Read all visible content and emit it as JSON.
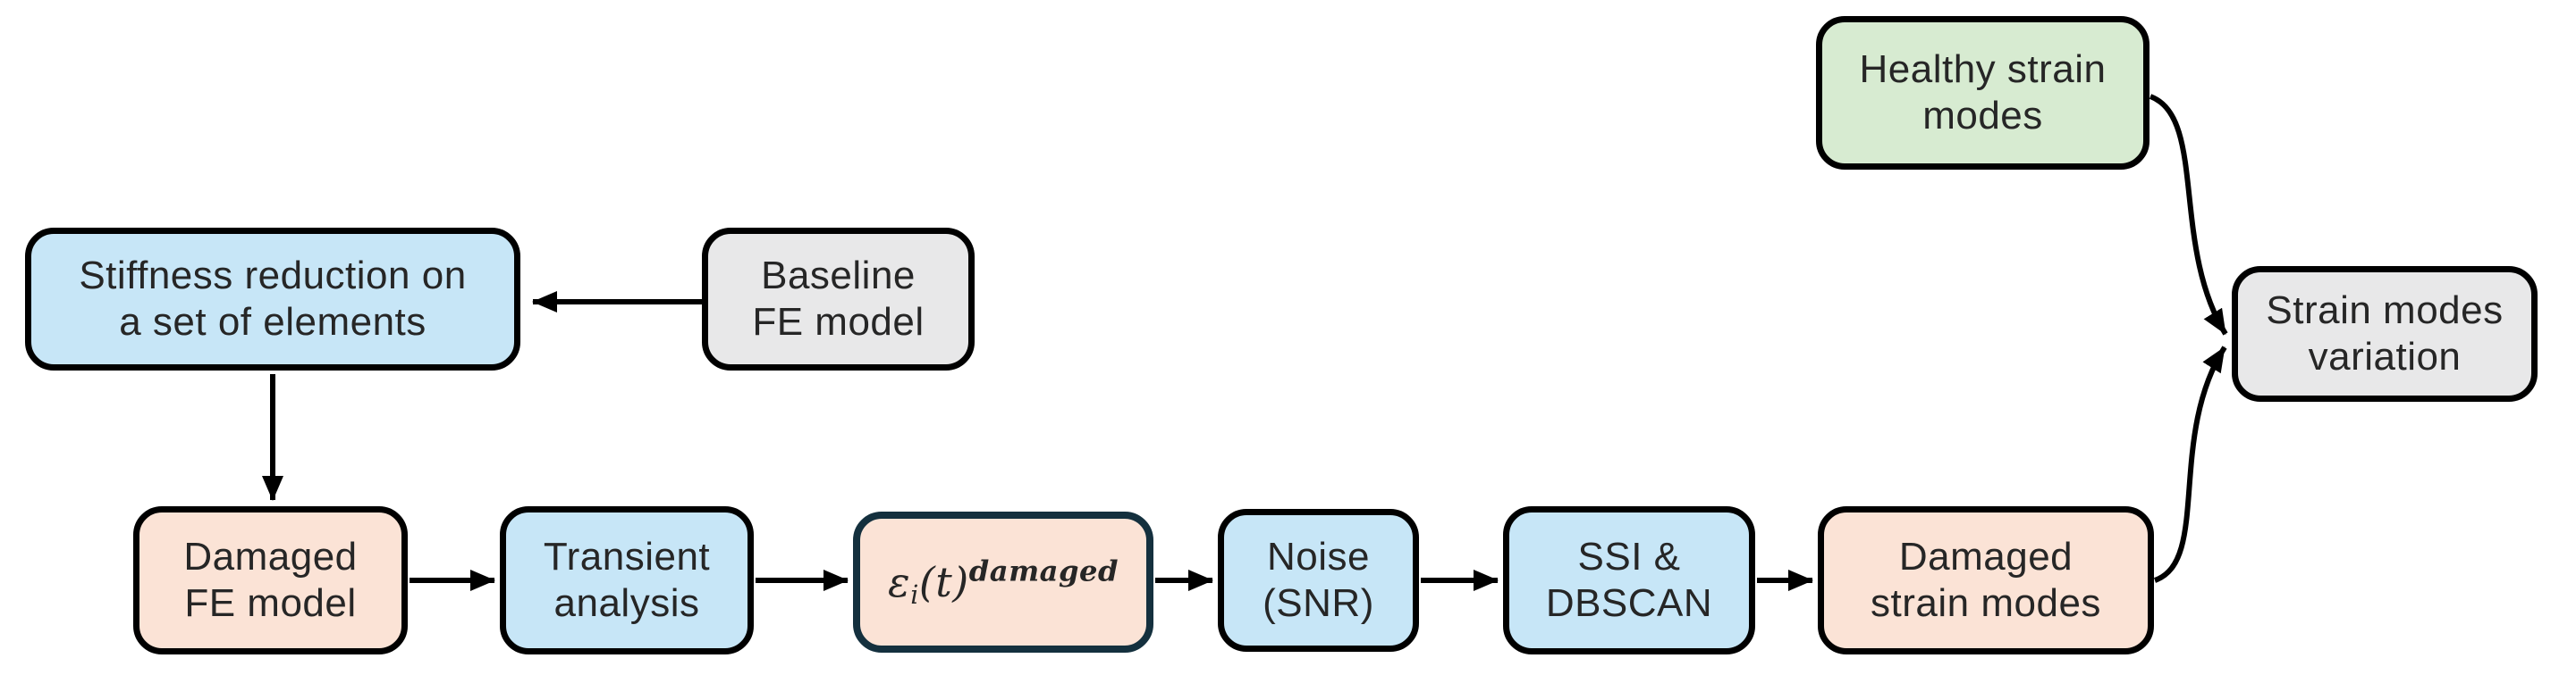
{
  "flowchart": {
    "nodes": {
      "healthy_strain_modes": {
        "lines": [
          "Healthy strain",
          "modes"
        ]
      },
      "stiffness_reduction": {
        "lines": [
          "Stiffness reduction on",
          "a set of elements"
        ]
      },
      "baseline_fe_model": {
        "lines": [
          "Baseline",
          "FE model"
        ]
      },
      "strain_modes_variation": {
        "lines": [
          "Strain modes",
          "variation"
        ]
      },
      "damaged_fe_model": {
        "lines": [
          "Damaged",
          "FE model"
        ]
      },
      "transient_analysis": {
        "lines": [
          "Transient",
          "analysis"
        ]
      },
      "strain_formula": {
        "epsilon": "ε",
        "subscript": "i",
        "argument": "(t)",
        "superscript": "damaged"
      },
      "noise_snr": {
        "lines": [
          "Noise",
          "(SNR)"
        ]
      },
      "ssi_dbscan": {
        "lines": [
          "SSI &",
          "DBSCAN"
        ]
      },
      "damaged_strain_modes": {
        "lines": [
          "Damaged",
          "strain modes"
        ]
      }
    },
    "colors": {
      "blue_fill": "#c7e6f7",
      "peach_fill": "#fbe3d6",
      "green_fill": "#d7ebd1",
      "gray_fill": "#e8e8e9",
      "box_border": "#000000",
      "formula_border": "#14303e",
      "arrow": "#000000",
      "text": "#262626",
      "background": "#ffffff"
    }
  }
}
